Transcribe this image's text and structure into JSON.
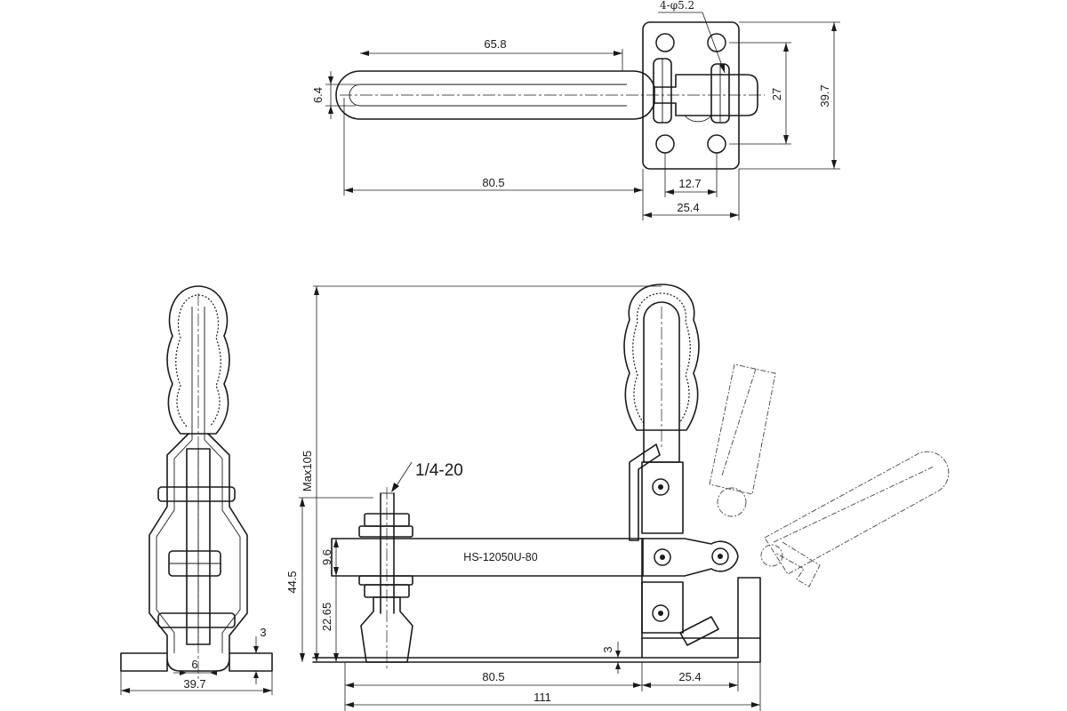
{
  "model": "HS-12050U-80",
  "thread_callout": "1/4-20",
  "hole_callout": "4-φ5.2",
  "top_view": {
    "handle_length": "65.8",
    "handle_width": "6.4",
    "overall_to_base": "80.5",
    "hole_pitch_x": "12.7",
    "base_width": "25.4",
    "hole_pitch_y": "27",
    "base_height": "39.7"
  },
  "front_view": {
    "max_height": "Max105",
    "spindle_height": "44.5",
    "bar_thickness": "9.6",
    "bar_height": "22.65",
    "base_thickness": "3",
    "bar_reach": "80.5",
    "base_length": "25.4",
    "overall_length": "111"
  },
  "side_view": {
    "base_thickness": "3",
    "slot": "6",
    "base_width": "39.7"
  }
}
